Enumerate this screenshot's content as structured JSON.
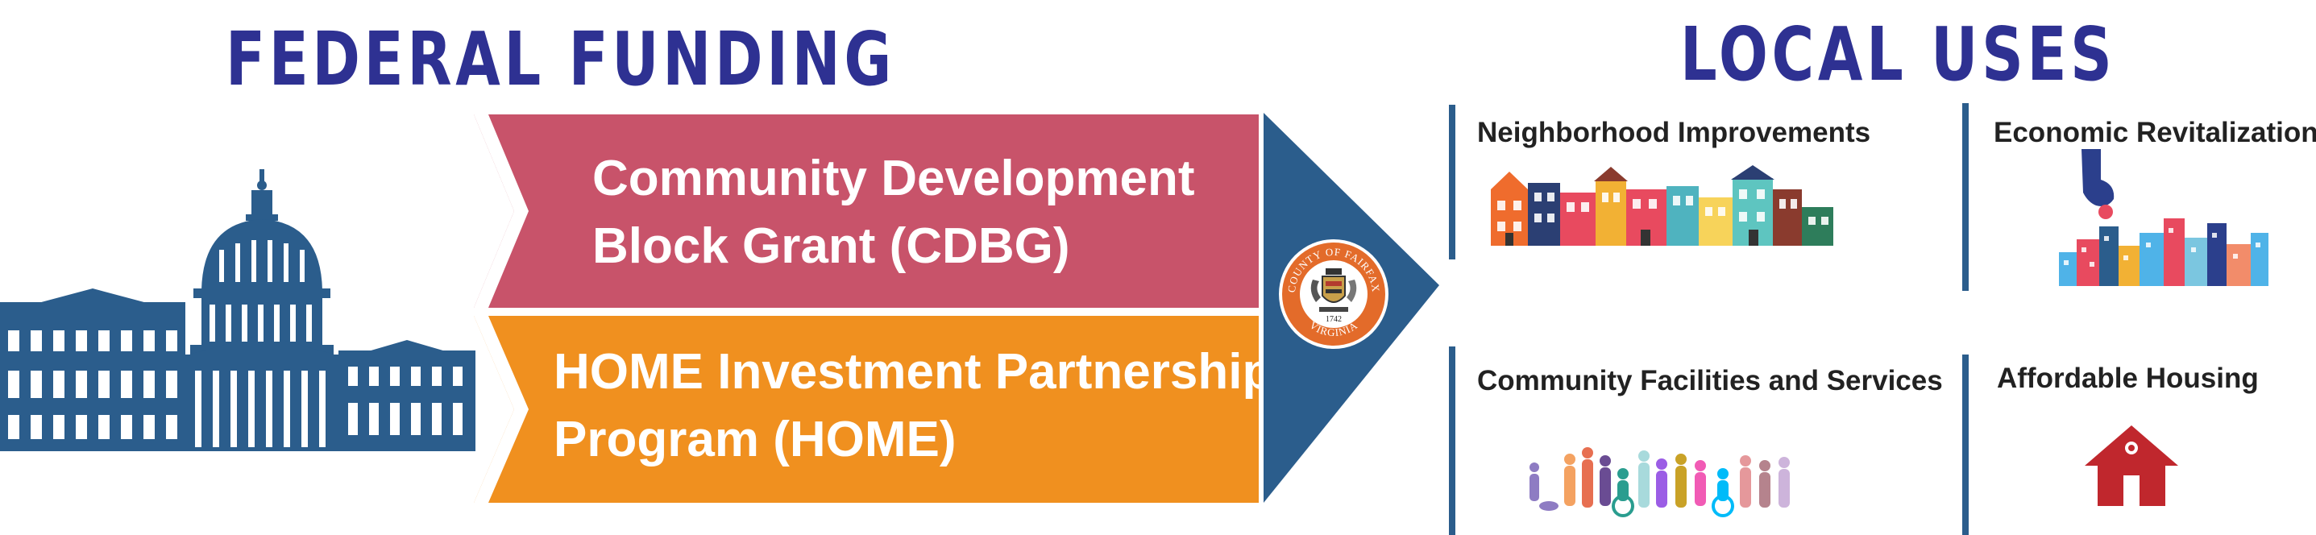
{
  "headings": {
    "left": "FEDERAL FUNDING",
    "right": "LOCAL USES"
  },
  "programs": [
    {
      "line1": "Community Development",
      "line2": "Block Grant (CDBG)",
      "color": "#c8536a"
    },
    {
      "line1": "HOME Investment Partnerships",
      "line2": "Program (HOME)",
      "color": "#f0901f"
    }
  ],
  "seal": {
    "top_text": "COUNTY OF FAIRFAX",
    "bottom_text": "VIRGINIA",
    "year": "1742"
  },
  "uses": [
    {
      "label": "Neighborhood Improvements",
      "icon": "row-houses-icon"
    },
    {
      "label": "Economic Revitalization",
      "icon": "hand-coin-city-icon"
    },
    {
      "label": "Community Facilities and Services",
      "icon": "people-silhouettes-icon"
    },
    {
      "label": "Affordable Housing",
      "icon": "house-icon"
    }
  ],
  "colors": {
    "heading": "#2e3192",
    "arrow": "#2b5d8c",
    "capitol": "#2b5d8c",
    "cdbg": "#c8536a",
    "home": "#f0901f"
  }
}
